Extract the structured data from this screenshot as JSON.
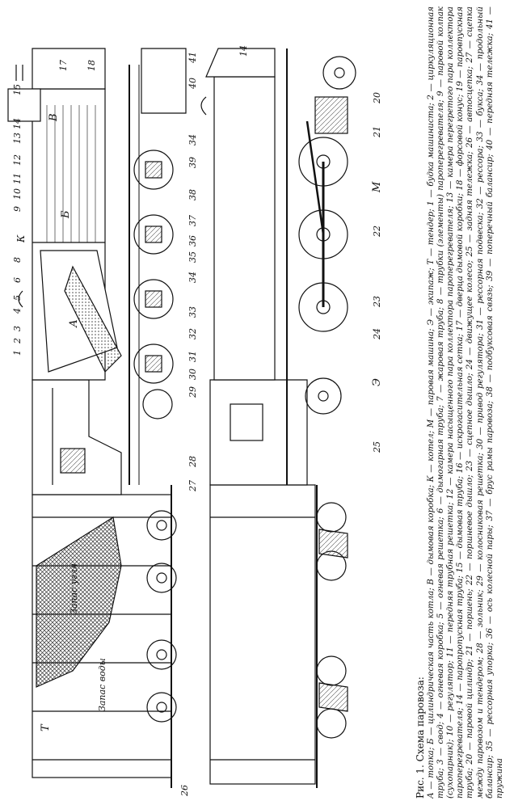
{
  "figure": {
    "title": "Рис. 1. Схема паровоза:",
    "caption": "А — топка; Б — цилиндрическая часть котла; В — дымовая коробка; К — котел; М — паровая машина; Э — экипаж; Т — тендер; 1 — будка машиниста; 2 — циркуляционная труба; 3 — свод; 4 — огневая коробка; 5 — огневая решетка; 6 — дымогарная труба; 7 — жаровая труба; 8 — трубки (элементы) пароперегревателя; 9 — паровой колпак (сухопарник); 10 — регулятор; 11 — передняя трубная решетка; 12 — камера насыщенного пара коллектора пароперегревателя; 13 — камера перегретого пара коллектора пароперегревателя; 14 — паропропускная труба; 15 — дымовая труба; 16 — искрогасительная сетка; 17 — дверца дымовой коробки; 18 — форсовой конус; 19 — паровпускная труба; 20 — паровой цилиндр; 21 — поршень; 22 — поршневое дышло; 23 — сцепное дышло; 24 — движущее колесо; 25 — задняя тележка; 26 — автосцепка; 27 — сцепка между паровозом и тендером; 28 — зольник; 29 — колосниковая решетка; 30 — привод регулятора; 31 — рессорная подвеска; 32 — рессора; 33 — букса; 34 — продольный балансир; 35 — рессорная упорка; 36 — ось колесной пары; 37 — брус рамы паровоза; 38 — подбуксовая связь; 39 — поперечный балансир; 40 — передняя тележка; 41 — пружина"
  },
  "upper_view": {
    "region_labels": {
      "A": "А",
      "B": "Б",
      "V": "В",
      "K": "К",
      "T": "Т"
    },
    "tender_labels": {
      "coal": "Запас угля",
      "water": "Запас воды"
    },
    "numbers": [
      "1",
      "2",
      "3",
      "4",
      "5",
      "6",
      "8",
      "9",
      "10",
      "11",
      "12",
      "13",
      "14",
      "15",
      "17",
      "18",
      "26",
      "27",
      "28",
      "29",
      "30",
      "31",
      "32",
      "33",
      "34",
      "35",
      "36",
      "37",
      "38",
      "39",
      "40",
      "41"
    ]
  },
  "lower_view": {
    "region_labels": {
      "M": "М",
      "E": "Э"
    },
    "numbers": [
      "14",
      "20",
      "21",
      "22",
      "23",
      "24",
      "25"
    ]
  },
  "colors": {
    "ink": "#111111",
    "paper": "#ffffff",
    "hatch": "#333333"
  }
}
